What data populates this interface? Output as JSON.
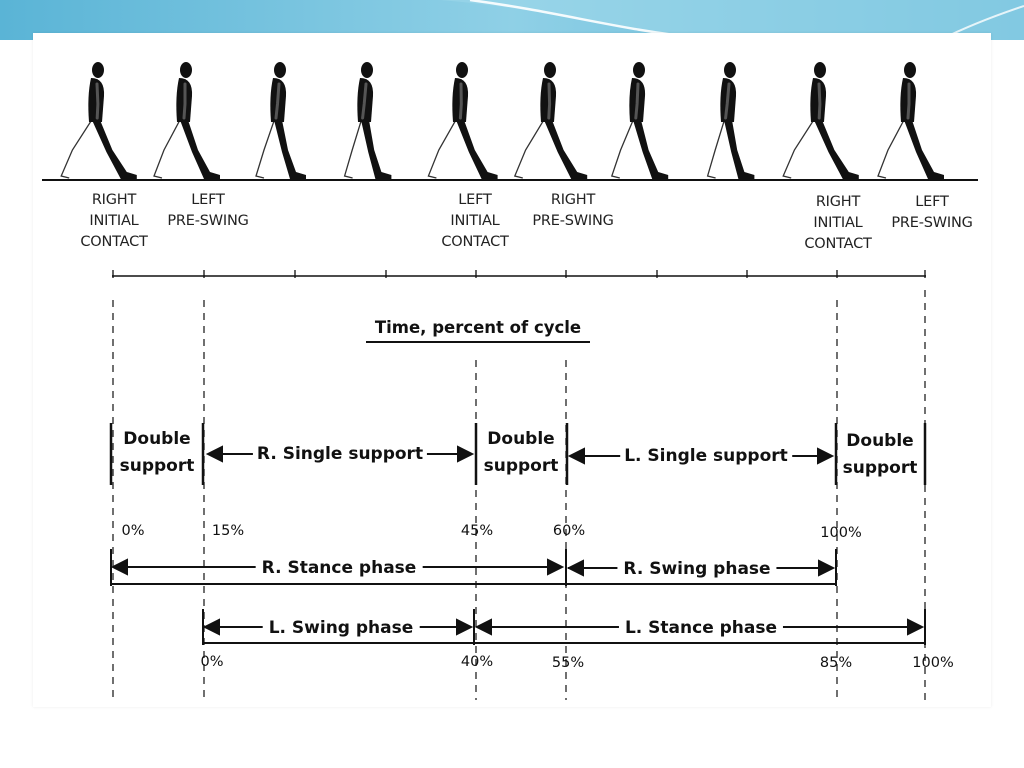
{
  "figures": {
    "count": 10,
    "icon": "walking-figure-icon",
    "leg_shading": [
      "right-leg-dark",
      "left-leg-light"
    ]
  },
  "events": [
    {
      "lines": [
        "RIGHT",
        "INITIAL",
        "CONTACT"
      ]
    },
    {
      "lines": [
        "LEFT",
        "PRE-SWING"
      ]
    },
    {
      "lines": [
        "LEFT",
        "INITIAL",
        "CONTACT"
      ]
    },
    {
      "lines": [
        "RIGHT",
        "PRE-SWING"
      ]
    },
    {
      "lines": [
        "RIGHT",
        "INITIAL",
        "CONTACT"
      ]
    },
    {
      "lines": [
        "LEFT",
        "PRE-SWING"
      ]
    }
  ],
  "header": "Time, percent of cycle",
  "support": {
    "double_lines": [
      "Double",
      "support"
    ],
    "r_single": "R. Single support",
    "l_single": "L. Single support"
  },
  "top_percents": [
    "0%",
    "15%",
    "45%",
    "60%",
    "100%"
  ],
  "bottom_percents": [
    "0%",
    "40%",
    "55%",
    "85%",
    "100%"
  ],
  "phases": {
    "r_stance": "R. Stance phase",
    "r_swing": "R. Swing phase",
    "l_swing": "L. Swing phase",
    "l_stance": "L. Stance phase"
  },
  "colors": {
    "slide_accent": "#2f8fbf",
    "ink": "#111111"
  }
}
